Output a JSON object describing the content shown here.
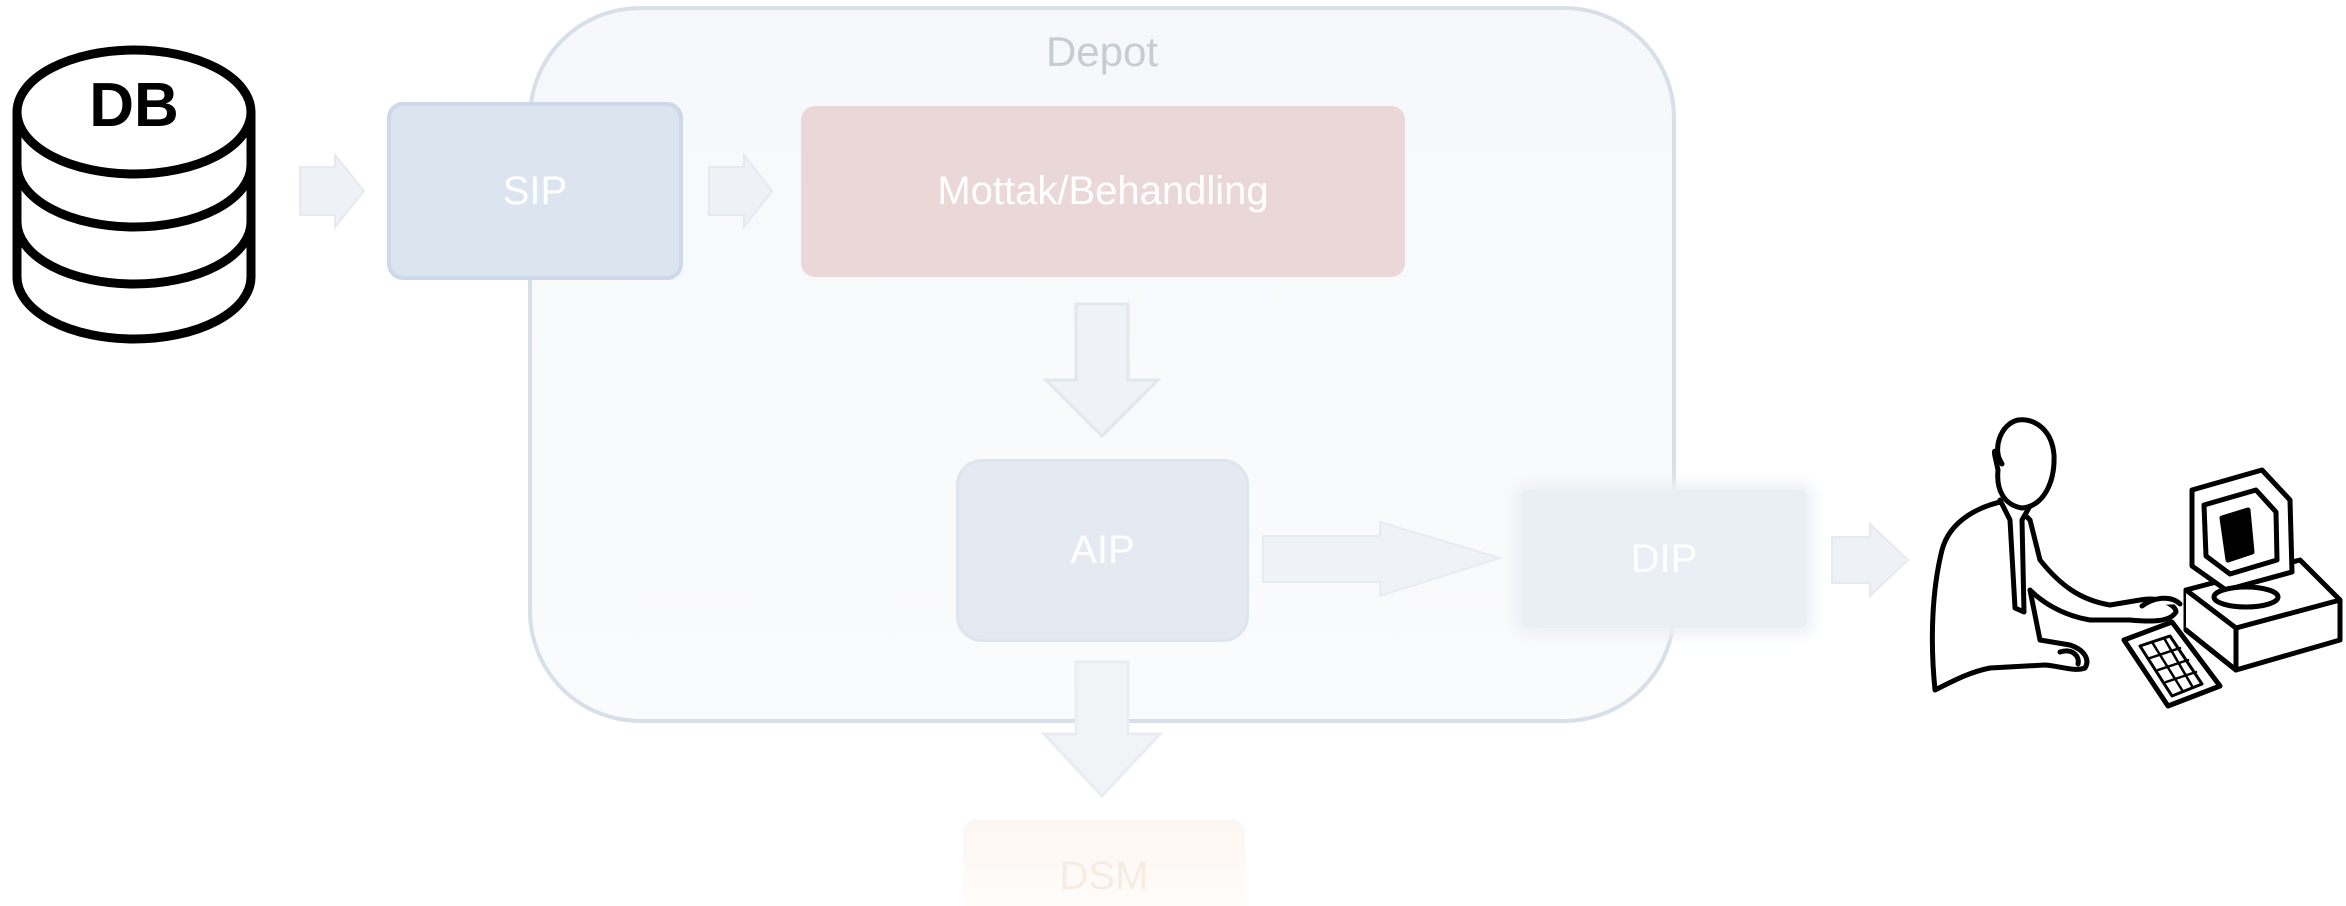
{
  "diagram": {
    "depot": {
      "title": "Depot"
    },
    "boxes": {
      "sip": "SIP",
      "mottak": "Mottak/Behandling",
      "aip": "AIP",
      "dip": "DIP",
      "dsm": "DSM"
    },
    "database": {
      "label": "DB"
    },
    "colors": {
      "sip_fill": "#dbe4ef",
      "mottak_fill": "#ead7d8",
      "aip_fill": "#e5eaf2",
      "dip_fill": "#eaeef5",
      "arrow_fill": "#eef1f6",
      "outline": "#000000"
    },
    "icons": [
      "database-icon",
      "user-at-computer-icon",
      "arrow-right-icon",
      "arrow-down-icon"
    ]
  }
}
